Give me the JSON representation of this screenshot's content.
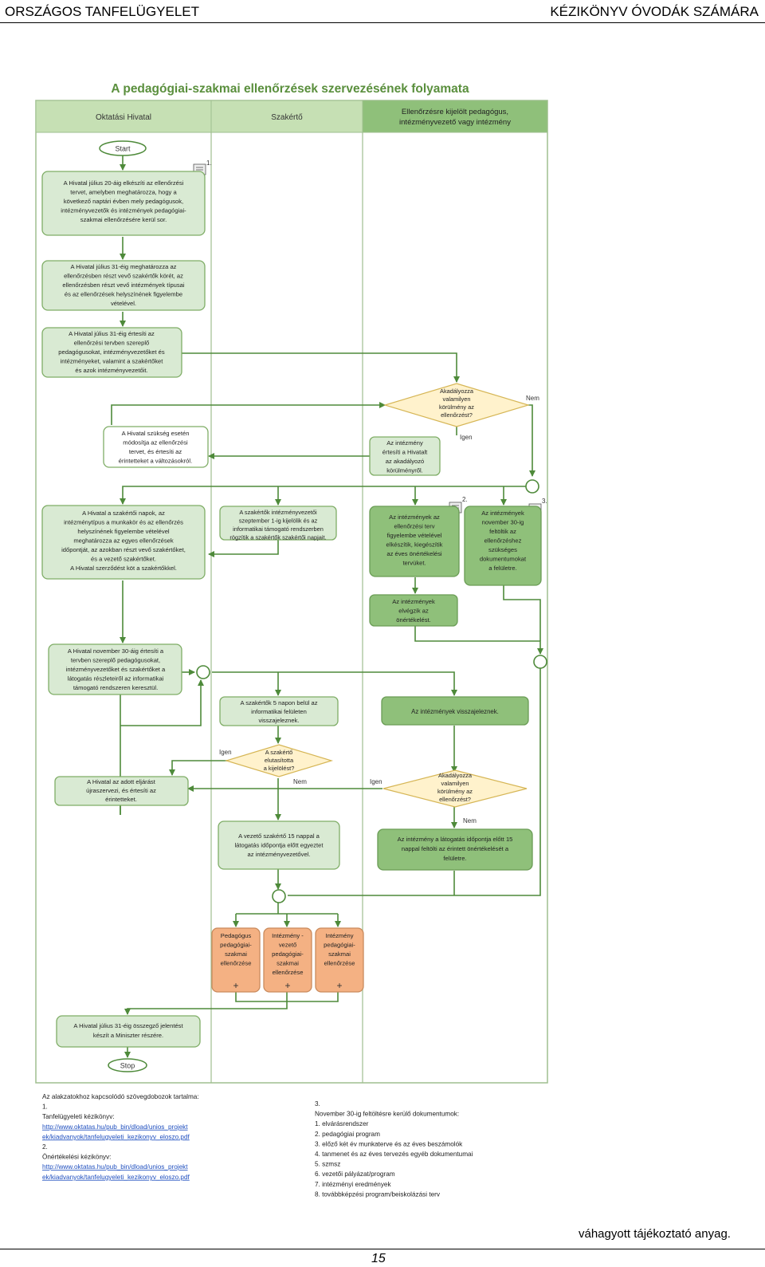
{
  "header": {
    "left": "ORSZÁGOS TANFELÜGYELET",
    "right": "KÉZIKÖNYV ÓVODÁK SZÁMÁRA"
  },
  "diagram": {
    "title": "A pedagógiai-szakmai ellenőrzések szervezésének folyamata",
    "lanes": {
      "l1": [
        "Oktatási Hivatal"
      ],
      "l2": [
        "Szakértő"
      ],
      "l3": [
        "Ellenőrzésre kijelölt pedagógus,",
        "intézményvezető vagy intézmény"
      ]
    },
    "start": "Start",
    "stop": "Stop",
    "marks": {
      "m1": "1.",
      "m2": "2.",
      "m3": "3."
    },
    "boxes": {
      "b1": [
        "A Hivatal július 20-áig elkészíti az ellenőrzési",
        "tervet, amelyben meghatározza, hogy a",
        "következő naptári évben mely pedagógusok,",
        "intézményvezetők és intézmények pedagógiai-",
        "szakmai ellenőrzésére kerül sor."
      ],
      "b2": [
        "A Hivatal július 31-éig meghatározza az",
        "ellenőrzésben részt vevő szakértők körét, az",
        "ellenőrzésben részt vevő intézmények típusai",
        "és az ellenőrzések helyszínének figyelembe",
        "vételével."
      ],
      "b3": [
        "A Hivatal július 31-éig értesíti az",
        "ellenőrzési tervben szereplő",
        "pedagógusokat, intézményvezetőket és",
        "intézményeket, valamint a szakértőket",
        "és azok intézményvezetőit."
      ],
      "b4": [
        "A Hivatal szükség esetén",
        "módosítja az ellenőrzési",
        "tervet, és értesíti az",
        "érintetteket a változásokról."
      ],
      "b5": [
        "Az intézmény",
        "értesíti a Hivatalt",
        "az akadályozó",
        "körülményről."
      ],
      "b6": [
        "A Hivatal a szakértői napok, az",
        "intézménytípus a munkakör és az ellenőrzés",
        "helyszínének figyelembe vételével",
        "meghatározza az egyes ellenőrzések",
        "időpontját, az azokban részt vevő szakértőket,",
        "és a vezető szakértőket.",
        "A Hivatal szerződést köt a szakértőkkel."
      ],
      "b7": [
        "A szakértők intézményvezetői",
        "szeptember 1-ig kijelölik és az",
        "informatikai támogató rendszerben",
        "rögzítik a szakértők szakértői napjait."
      ],
      "b8": [
        "Az intézmények az",
        "ellenőrzési terv",
        "figyelembe vételével",
        "elkészítik, kiegészítik",
        "az éves önértékelési",
        "tervüket."
      ],
      "b9": [
        "Az intézmények",
        "november 30-ig",
        "feltöltik az",
        "ellenőrzéshez",
        "szükséges",
        "dokumentumokat",
        "a felületre."
      ],
      "b10": [
        "Az intézmények",
        "elvégzik az",
        "önértékelést."
      ],
      "b11": [
        "A Hivatal november 30-áig értesíti a",
        "tervben szereplő pedagógusokat,",
        "intézményvezetőket és szakértőket a",
        "látogatás részleteiről az informatikai",
        "támogató rendszeren keresztül."
      ],
      "b12": [
        "A szakértők 5 napon belül az",
        "informatikai felületen",
        "visszajeleznek."
      ],
      "b13": [
        "Az intézmények visszajeleznek."
      ],
      "b14": [
        "A Hivatal az adott eljárást",
        "újraszervezi, és értesíti az",
        "érintetteket."
      ],
      "b15": [
        "A vezető szakértő 15 nappal a",
        "látogatás időpontja előtt egyeztet",
        "az intézményvezetővel."
      ],
      "b16": [
        "Az intézmény a látogatás időpontja előtt 15",
        "nappal feltölti az érintett önértékelését a",
        "felületre."
      ],
      "b17": [
        "Pedagógus",
        "pedagógiai-",
        "szakmai",
        "ellenőrzése"
      ],
      "b18": [
        "Intézmény -",
        "vezető",
        "pedagógiai-",
        "szakmai",
        "ellenőrzése"
      ],
      "b19": [
        "Intézmény",
        "pedagógiai-",
        "szakmai",
        "ellenőrzése"
      ],
      "b20": [
        "A Hivatal július 31-éig összegző jelentést",
        "készít a Miniszter részére."
      ]
    },
    "decisions": {
      "d1": [
        "Akadályozza",
        "valamilyen",
        "körülmény az",
        "ellenőrzést?"
      ],
      "d2": [
        "A szakértő",
        "elutasította",
        "a kijelölést?"
      ],
      "d3": [
        "Akadályozza",
        "valamilyen",
        "körülmény az",
        "ellenőrzést?"
      ]
    },
    "labels": {
      "nem1": "Nem",
      "igen1": "Igen",
      "igen2": "Igen",
      "nem2": "Nem",
      "igen3": "Igen",
      "nem3": "Nem"
    },
    "notes": {
      "left": [
        "Az alakzatokhoz kapcsolódó szövegdobozok tartalma:",
        "1.",
        "Tanfelügyeleti kézikönyv:",
        "http://www.oktatas.hu/pub_bin/dload/unios_projekt",
        "ek/kiadvanyok/tanfelugyeleti_kezikonyv_eloszo.pdf",
        "2.",
        "Önértékelési kézikönyv:",
        "http://www.oktatas.hu/pub_bin/dload/unios_projekt",
        "ek/kiadvanyok/tanfelugyeleti_kezikonyv_eloszo.pdf"
      ],
      "right": [
        "3.",
        "November 30-ig feltöltésre kerülő dokumentumok:",
        "1.   elvárásrendszer",
        "2.   pedagógiai program",
        "3.   előző két év munkaterve és az éves beszámolók",
        "4.   tanmenet és az éves tervezés egyéb dokumentumai",
        "5.   szmsz",
        "6.   vezetői pályázat/program",
        "7.   intézményi eredmények",
        "8.   továbbképzési program/beiskolázási terv"
      ]
    }
  },
  "footer": {
    "note": "váhagyott tájékoztató anyag.",
    "page": "15"
  },
  "colors": {
    "green_box": "#d9ead3",
    "green_dark": "#8fc07a",
    "lane_header": "#c6e0b4",
    "decision": "#fff2cc",
    "orange": "#f4b183",
    "line": "#4e8a3a"
  }
}
